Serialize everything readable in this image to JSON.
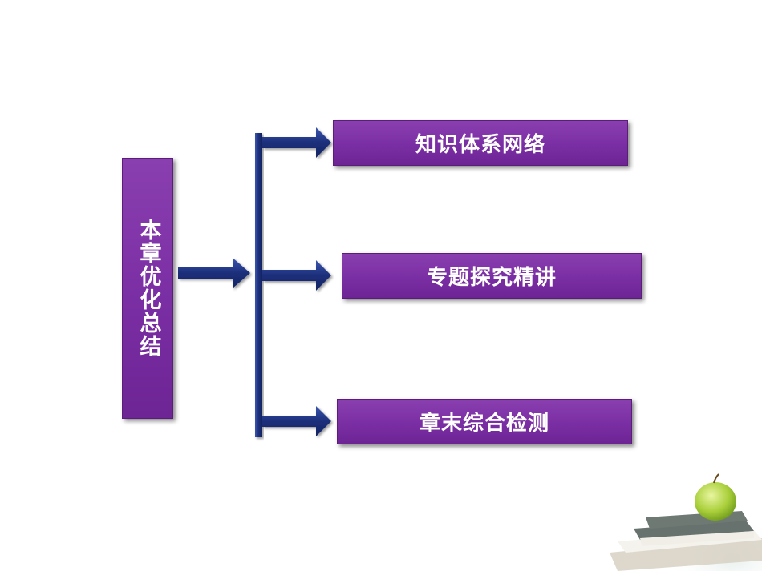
{
  "root": {
    "label": "本章优化总结"
  },
  "branches": [
    {
      "label": "知识体系网络"
    },
    {
      "label": "专题探究精讲"
    },
    {
      "label": "章末综合检测"
    }
  ],
  "colors": {
    "box_fill": "#7a2ea3",
    "arrow_fill": "#1c2f7a",
    "arrow_highlight": "#3a55b0"
  }
}
